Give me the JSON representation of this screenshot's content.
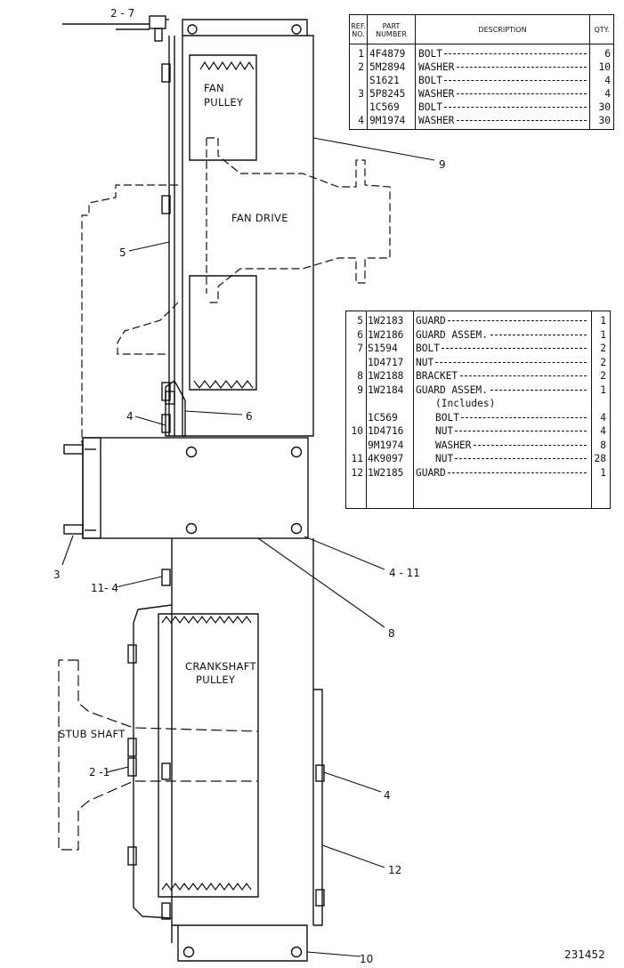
{
  "labels": {
    "l_2_7": "2 - 7",
    "l_9": "9",
    "l_5": "5",
    "l_4a": "4",
    "l_6": "6",
    "l_3": "3",
    "l_4_11": "4 - 11",
    "l_11_4": "11- 4",
    "l_8": "8",
    "l_2_1": "2 -1",
    "l_4b": "4",
    "l_12": "12",
    "l_10": "10",
    "fan_pulley_1": "FAN",
    "fan_pulley_2": "PULLEY",
    "fan_drive": "FAN DRIVE",
    "crank_1": "CRANKSHAFT",
    "crank_2": "PULLEY",
    "stub_shaft": "STUB SHAFT",
    "figure_number": "231452"
  },
  "table1": {
    "headers": {
      "ref": "REF. NO.",
      "part": "PART NUMBER",
      "desc": "DESCRIPTION",
      "qty": "QTY."
    },
    "rows": [
      {
        "ref": "1",
        "part": "4F4879",
        "desc": "BOLT",
        "qty": "6"
      },
      {
        "ref": "2",
        "part": "5M2894",
        "desc": "WASHER",
        "qty": "10"
      },
      {
        "ref": "",
        "part": "S1621",
        "desc": "BOLT",
        "qty": "4"
      },
      {
        "ref": "3",
        "part": "5P8245",
        "desc": "WASHER",
        "qty": "4"
      },
      {
        "ref": "",
        "part": "1C569",
        "desc": "BOLT",
        "qty": "30"
      },
      {
        "ref": "4",
        "part": "9M1974",
        "desc": "WASHER",
        "qty": "30"
      }
    ]
  },
  "table2": {
    "rows": [
      {
        "ref": "5",
        "part": "1W2183",
        "desc": "GUARD",
        "qty": "1"
      },
      {
        "ref": "6",
        "part": "1W2186",
        "desc": "GUARD ASSEM.",
        "qty": "1"
      },
      {
        "ref": "7",
        "part": "S1594",
        "desc": "BOLT",
        "qty": "2"
      },
      {
        "ref": "",
        "part": "1D4717",
        "desc": "NUT",
        "qty": "2"
      },
      {
        "ref": "8",
        "part": "1W2188",
        "desc": "BRACKET",
        "qty": "2"
      },
      {
        "ref": "9",
        "part": "1W2184",
        "desc": "GUARD ASSEM.",
        "qty": "1"
      },
      {
        "ref": "",
        "part": "",
        "desc": "(Includes)",
        "qty": ""
      },
      {
        "ref": "",
        "part": "1C569",
        "desc": "BOLT",
        "qty": "4"
      },
      {
        "ref": "10",
        "part": "1D4716",
        "desc": "NUT",
        "qty": "4"
      },
      {
        "ref": "",
        "part": "9M1974",
        "desc": "WASHER",
        "qty": "8"
      },
      {
        "ref": "11",
        "part": "4K9097",
        "desc": "NUT",
        "qty": "28"
      },
      {
        "ref": "12",
        "part": "1W2185",
        "desc": "GUARD",
        "qty": "1"
      }
    ]
  }
}
